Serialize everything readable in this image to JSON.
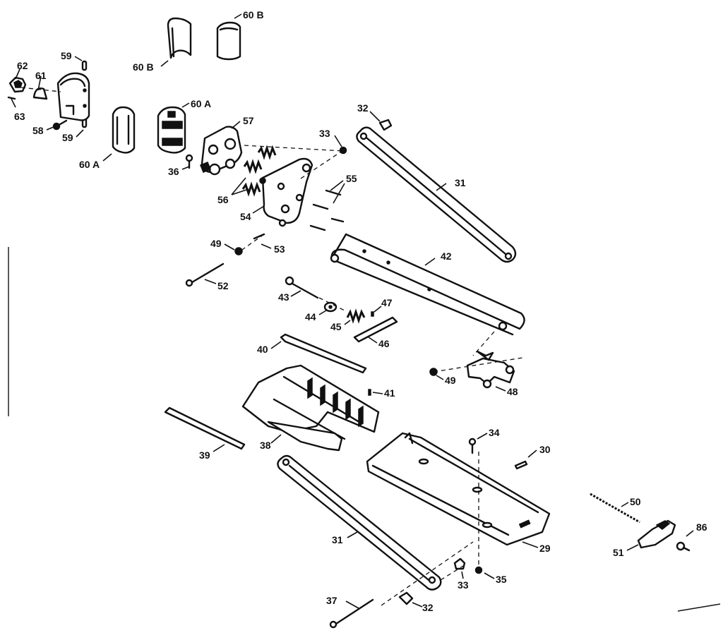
{
  "callouts": [
    {
      "id": "c62",
      "text": "62"
    },
    {
      "id": "c61",
      "text": "61"
    },
    {
      "id": "c63",
      "text": "63"
    },
    {
      "id": "c58",
      "text": "58"
    },
    {
      "id": "c59a",
      "text": "59"
    },
    {
      "id": "c59b",
      "text": "59"
    },
    {
      "id": "c60a1",
      "text": "60 A"
    },
    {
      "id": "c60a2",
      "text": "60 A"
    },
    {
      "id": "c60b1",
      "text": "60 B"
    },
    {
      "id": "c60b2",
      "text": "60 B"
    },
    {
      "id": "c57",
      "text": "57"
    },
    {
      "id": "c36",
      "text": "36"
    },
    {
      "id": "c56",
      "text": "56"
    },
    {
      "id": "c54",
      "text": "54"
    },
    {
      "id": "c55",
      "text": "55"
    },
    {
      "id": "c33a",
      "text": "33"
    },
    {
      "id": "c32a",
      "text": "32"
    },
    {
      "id": "c31a",
      "text": "31"
    },
    {
      "id": "c42",
      "text": "42"
    },
    {
      "id": "c49a",
      "text": "49"
    },
    {
      "id": "c53",
      "text": "53"
    },
    {
      "id": "c52",
      "text": "52"
    },
    {
      "id": "c43",
      "text": "43"
    },
    {
      "id": "c44",
      "text": "44"
    },
    {
      "id": "c45",
      "text": "45"
    },
    {
      "id": "c47",
      "text": "47"
    },
    {
      "id": "c46",
      "text": "46"
    },
    {
      "id": "c40",
      "text": "40"
    },
    {
      "id": "c41",
      "text": "41"
    },
    {
      "id": "c49b",
      "text": "49"
    },
    {
      "id": "c48",
      "text": "48"
    },
    {
      "id": "c39",
      "text": "39"
    },
    {
      "id": "c38",
      "text": "38"
    },
    {
      "id": "c34",
      "text": "34"
    },
    {
      "id": "c30",
      "text": "30"
    },
    {
      "id": "c50",
      "text": "50"
    },
    {
      "id": "c86",
      "text": "86"
    },
    {
      "id": "c51",
      "text": "51"
    },
    {
      "id": "c29",
      "text": "29"
    },
    {
      "id": "c31b",
      "text": "31"
    },
    {
      "id": "c33b",
      "text": "33"
    },
    {
      "id": "c35",
      "text": "35"
    },
    {
      "id": "c37",
      "text": "37"
    },
    {
      "id": "c32b",
      "text": "32"
    }
  ]
}
